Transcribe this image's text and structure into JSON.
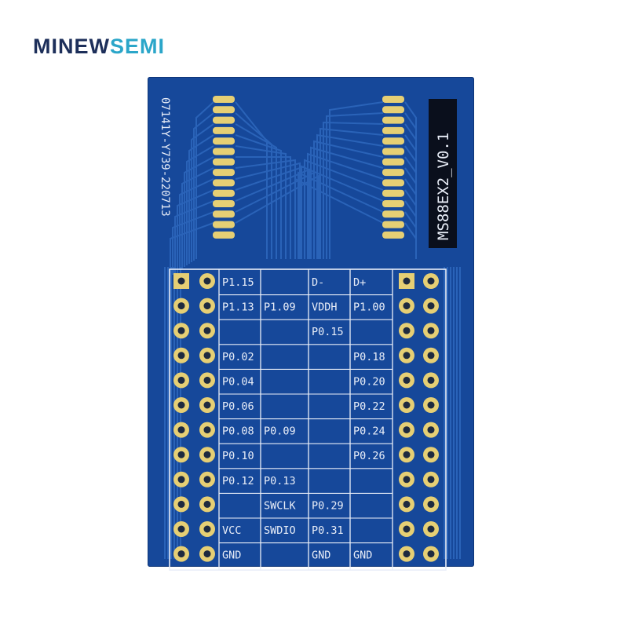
{
  "brand": {
    "part1": "MINEW",
    "part2": "SEMI"
  },
  "board": {
    "date_code": "07141Y-Y739-220713",
    "model": "MS88EX2_V0.1"
  },
  "pin_labels": {
    "rows": [
      [
        "P1.15",
        "",
        "D-",
        "D+"
      ],
      [
        "P1.13",
        "P1.09",
        "VDDH",
        "P1.00"
      ],
      [
        "",
        "",
        "P0.15",
        ""
      ],
      [
        "P0.02",
        "",
        "",
        "P0.18"
      ],
      [
        "P0.04",
        "",
        "",
        "P0.20"
      ],
      [
        "P0.06",
        "",
        "",
        "P0.22"
      ],
      [
        "P0.08",
        "P0.09",
        "",
        "P0.24"
      ],
      [
        "P0.10",
        "",
        "",
        "P0.26"
      ],
      [
        "P0.12",
        "P0.13",
        "",
        ""
      ],
      [
        "",
        "SWCLK",
        "P0.29",
        ""
      ],
      [
        "VCC",
        "SWDIO",
        "P0.31",
        ""
      ],
      [
        "GND",
        "",
        "GND",
        "GND"
      ]
    ]
  },
  "colors": {
    "pcb": "#16489a",
    "gold": "#e6cf74",
    "silkscreen": "#e9eef8"
  }
}
